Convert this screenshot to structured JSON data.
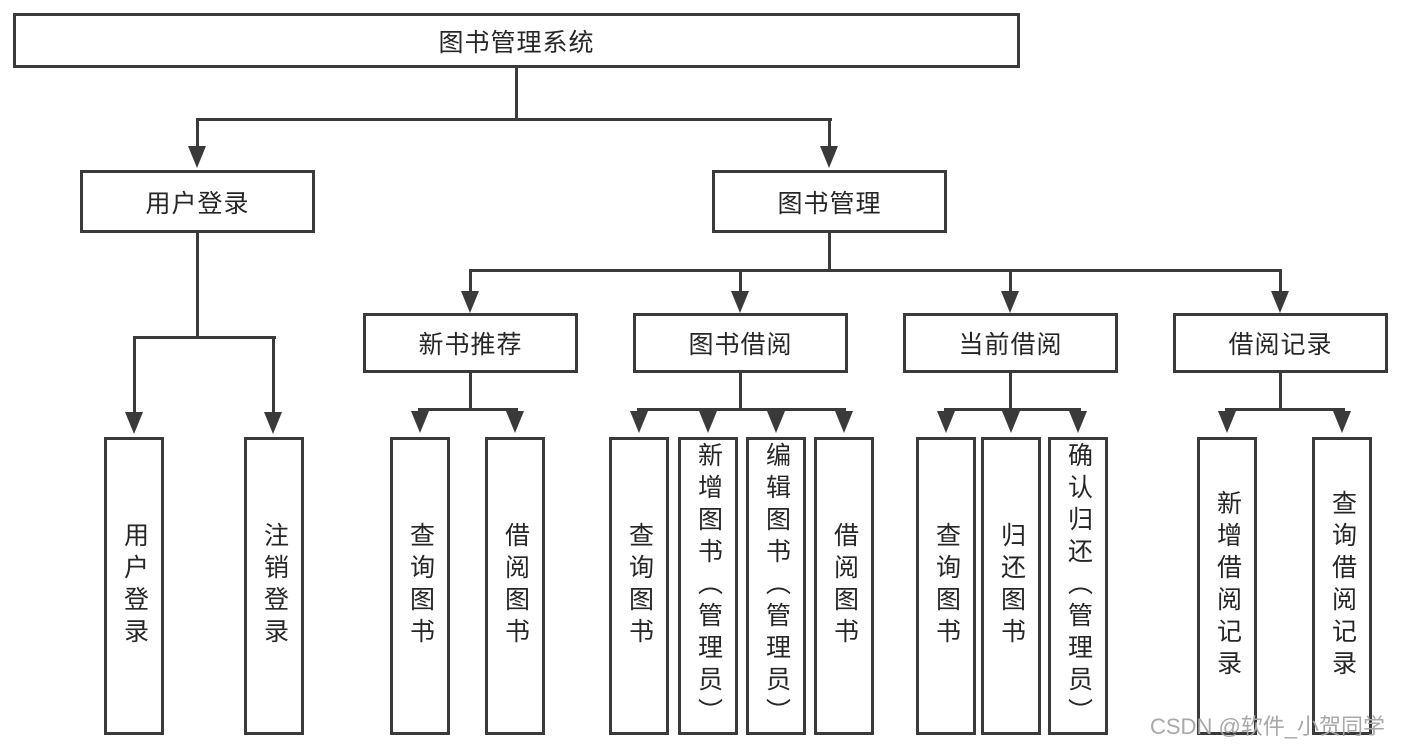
{
  "diagram": {
    "root": "图书管理系统",
    "level2": [
      "用户登录",
      "图书管理"
    ],
    "level3": [
      "新书推荐",
      "图书借阅",
      "当前借阅",
      "借阅记录"
    ],
    "leaves": {
      "login": [
        "用户登录",
        "注销登录"
      ],
      "newbooks": [
        "查询图书",
        "借阅图书"
      ],
      "borrow": [
        "查询图书",
        "新增图书（管理员）",
        "编辑图书（管理员）",
        "借阅图书"
      ],
      "current": [
        "查询图书",
        "归还图书",
        "确认归还（管理员）"
      ],
      "records": [
        "新增借阅记录",
        "查询借阅记录"
      ]
    }
  },
  "watermark": "CSDN @软件_小贺同学",
  "colors": {
    "line": "#3a3a3a",
    "text": "#262626",
    "watermark_text": "#a8a8a8",
    "background": "#ffffff"
  }
}
